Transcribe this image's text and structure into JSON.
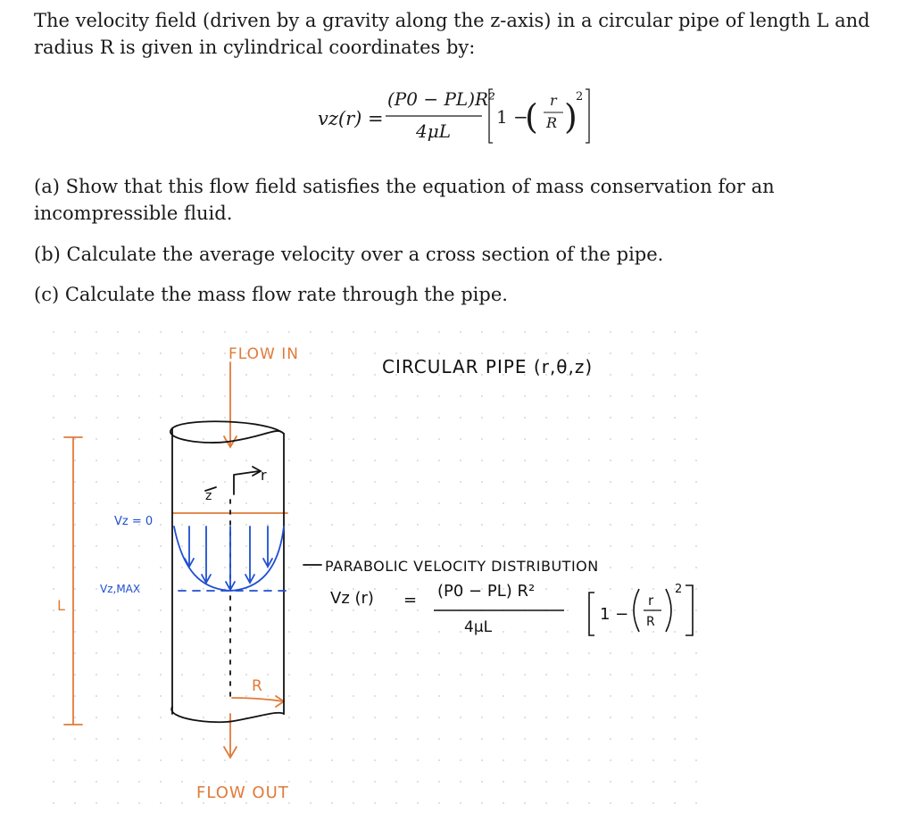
{
  "problem": {
    "intro": "The velocity field (driven by a gravity along the z-axis) in a circular pipe of length L and radius R is given in cylindrical coordinates by:",
    "equation": {
      "lhs": "vz(r) =",
      "numerator": "(P0 − PL)R²",
      "denominator": "4μL",
      "bracket_one": "1 −",
      "ratio_num": "r",
      "ratio_den": "R",
      "exponent": "2"
    },
    "parts": [
      {
        "label": "(a)",
        "text": "Show that this flow field satisfies the equation of mass conservation for an incompressible fluid."
      },
      {
        "label": "(b)",
        "text": "Calculate the average velocity over a cross section of the pipe."
      },
      {
        "label": "(c)",
        "text": "Calculate the mass flow rate through the pipe."
      }
    ]
  },
  "sketch": {
    "flow_in": "FLOW IN",
    "title": "CIRCULAR PIPE (r,θ,z)",
    "z_axis": "z",
    "r_axis": "r",
    "vz_zero": "Vz = 0",
    "vz_max": "Vz,MAX",
    "length": "L",
    "radius": "R",
    "profile_caption": "PARABOLIC VELOCITY DISTRIBUTION",
    "eq_lhs": "Vz (r)",
    "eq_equals": "=",
    "eq_num": "(P0 − PL) R²",
    "eq_den": "4μL",
    "eq_bracket_one": "1 −",
    "eq_ratio_num": "r",
    "eq_ratio_den": "R",
    "eq_exponent": "2",
    "flow_out": "FLOW OUT"
  },
  "colors": {
    "text": "#1a1a1a",
    "ink": "#111111",
    "orange": "#e07b39",
    "blue": "#1f4fd1",
    "grid": "#d6d6d6"
  }
}
